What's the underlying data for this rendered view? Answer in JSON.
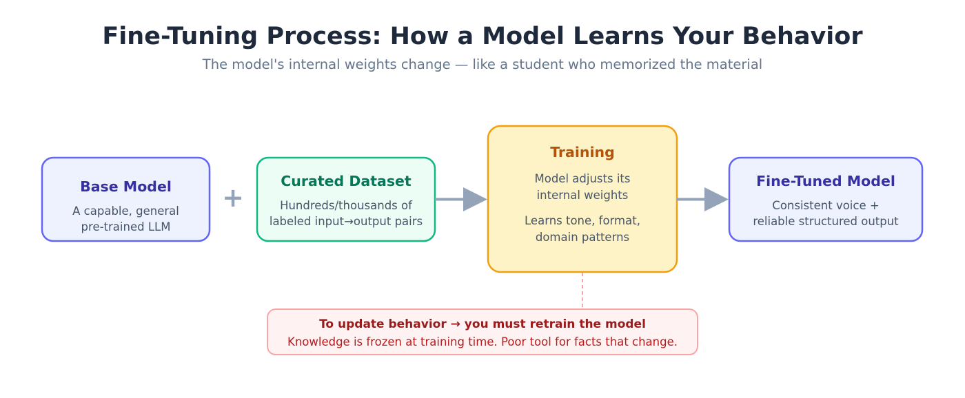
{
  "title": "Fine-Tuning Process: How a Model Learns Your Behavior",
  "subtitle": "The model's internal weights change — like a student who memorized the material",
  "connectors": {
    "plus": "+"
  },
  "nodes": {
    "base": {
      "title": "Base Model",
      "lines": [
        "A capable, general",
        "pre-trained LLM"
      ]
    },
    "dataset": {
      "title": "Curated Dataset",
      "lines": [
        "Hundreds/thousands of",
        "labeled input→output pairs"
      ]
    },
    "training": {
      "title": "Training",
      "lines": [
        "Model adjusts its",
        "internal weights",
        "Learns tone, format,",
        "domain patterns"
      ]
    },
    "finetuned": {
      "title": "Fine-Tuned Model",
      "lines": [
        "Consistent voice +",
        "reliable structured output"
      ]
    }
  },
  "note": {
    "title": "To update behavior → you must retrain the model",
    "text": "Knowledge is frozen at training time. Poor tool for facts that change."
  },
  "colors": {
    "base_border": "#6366f1",
    "base_fill": "#eef2ff",
    "base_title": "#3730a3",
    "dataset_border": "#10b981",
    "dataset_fill": "#ecfdf5",
    "dataset_title": "#047857",
    "training_border": "#f59e0b",
    "training_fill": "#fef3c7",
    "training_title": "#b45309",
    "finetuned_border": "#6366f1",
    "finetuned_fill": "#eef2ff",
    "finetuned_title": "#3730a3",
    "note_border": "#fca5a5",
    "note_fill": "#fef2f2",
    "arrow": "#94a3b8"
  }
}
